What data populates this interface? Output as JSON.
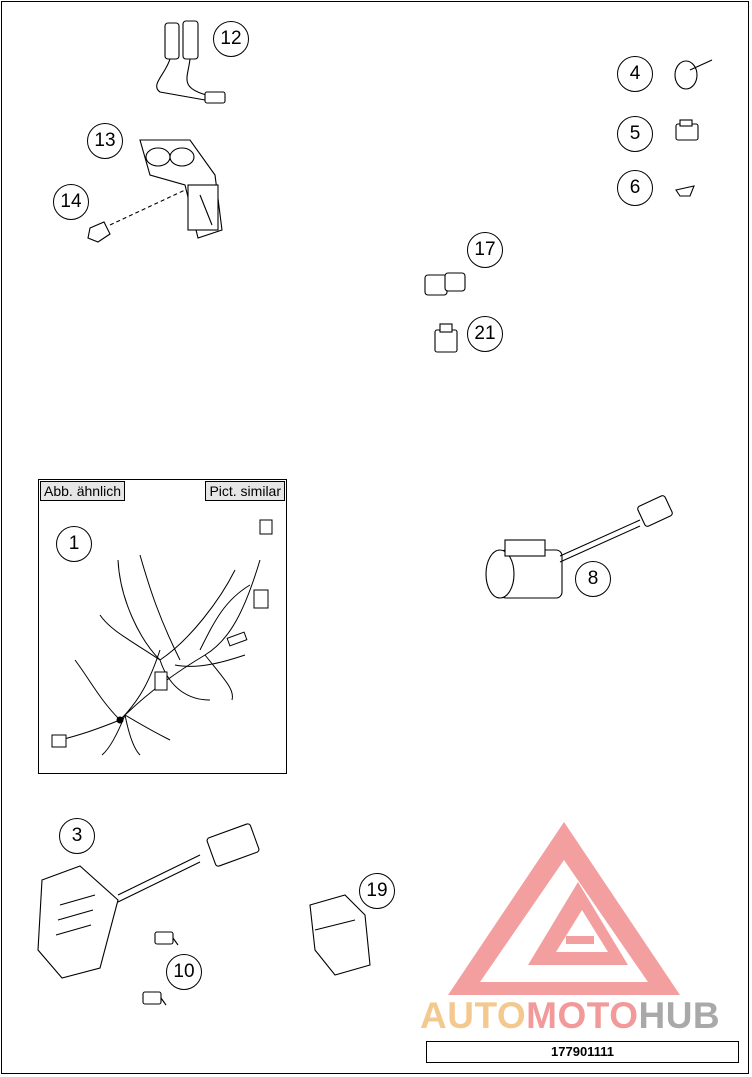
{
  "diagram": {
    "callouts": [
      "12",
      "13",
      "14",
      "4",
      "5",
      "6",
      "17",
      "21",
      "1",
      "8",
      "3",
      "19",
      "10"
    ],
    "similar_box": {
      "label_de": "Abb. ähnlich",
      "label_en": "Pict. similar"
    },
    "part_number": "177901111"
  },
  "watermark": {
    "text_auto": "AUTO",
    "text_moto": "MOTO",
    "text_hub": "HUB",
    "colors": {
      "auto": "#f4c98f",
      "moto": "#f29a9a",
      "hub": "#a9a9a9",
      "logo": "#f07070"
    }
  }
}
